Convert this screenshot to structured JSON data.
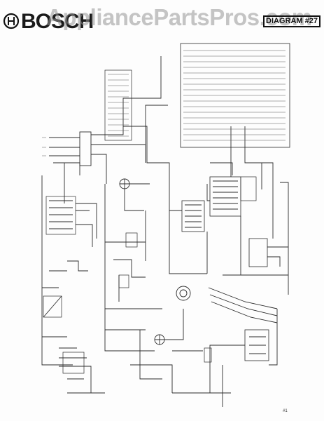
{
  "header": {
    "brand": "BOSCH",
    "watermark": "AppliancePartsPros.com",
    "diagram_label": "DIAGRAM #27"
  },
  "footer": {
    "page_number": "#1"
  }
}
